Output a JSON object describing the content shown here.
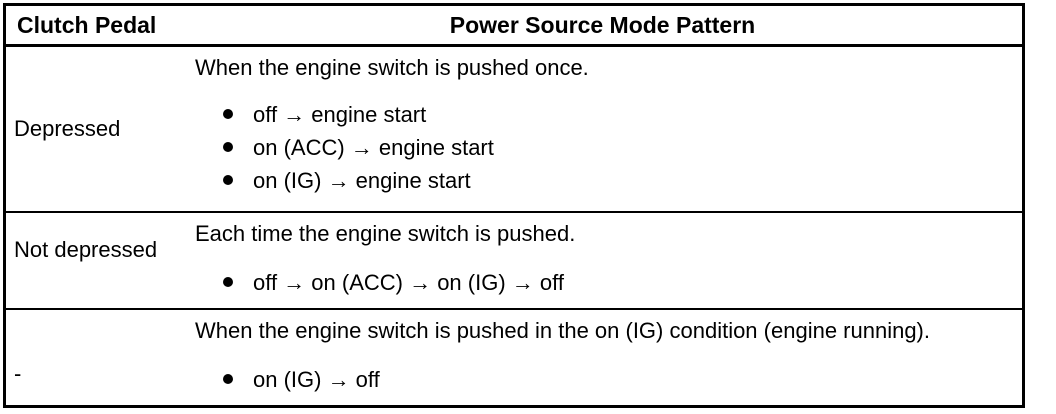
{
  "table": {
    "headers": {
      "condition": "Clutch Pedal",
      "pattern": "Power Source Mode Pattern"
    },
    "rows": [
      {
        "condition": "Depressed",
        "lead": "When the engine switch is pushed once.",
        "bullets": [
          "off → engine start",
          "on (ACC) → engine start",
          "on (IG) → engine start"
        ]
      },
      {
        "condition": "Not depressed",
        "lead": "Each time the engine switch is pushed.",
        "bullets": [
          "off → on (ACC) → on (IG) → off"
        ]
      },
      {
        "condition": "-",
        "lead": "When the engine switch is pushed in the on (IG) condition (engine running).",
        "bullets": [
          "on (IG) → off"
        ]
      }
    ]
  },
  "style": {
    "border_color": "#000000",
    "text_color": "#000000",
    "background": "#ffffff"
  }
}
